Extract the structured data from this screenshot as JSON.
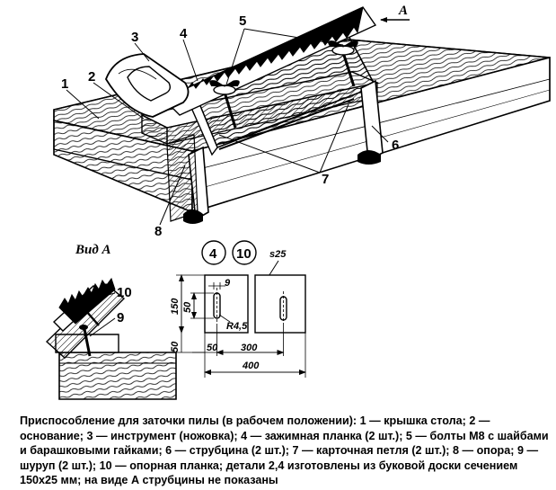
{
  "labels": {
    "n1": "1",
    "n2": "2",
    "n3": "3",
    "n4": "4",
    "n5": "5",
    "n6": "6",
    "n7": "7",
    "n8": "8",
    "n9": "9",
    "n10": "10",
    "arrow_a": "А"
  },
  "view_a": {
    "title": "Вид А"
  },
  "detail": {
    "circle_left": "4",
    "circle_right": "10",
    "thickness": "s25",
    "dim_slot_width": "9",
    "dim_radius": "R4,5",
    "dim_height_total": "150",
    "dim_height_part": "50",
    "dim_bottom_offset": "50",
    "dim_left_margin": "50",
    "dim_slot_spacing": "300",
    "dim_total_length": "400"
  },
  "caption": "Приспособление для заточки пилы (в рабочем положении): 1 — крышка стола; 2 — основание; 3 — инструмент (ножовка); 4 — зажимная планка (2 шт.); 5 — болты М8 с шайбами и барашковыми гайками; 6 — струбцина (2 шт.); 7 — карточная петля (2 шт.); 8 — опора; 9 — шуруп (2 шт.); 10 — опорная планка; детали 2,4 изготовлены из буковой доски сечением 150х25 мм; на виде А струбцины не показаны"
}
